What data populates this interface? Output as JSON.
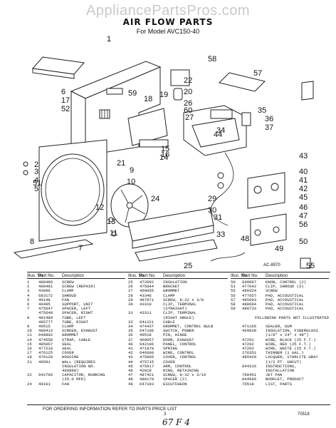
{
  "watermark": "AppliancePartsPros.com",
  "title": "AIR FLOW PARTS",
  "subtitle": "For Model AVC150-40",
  "callouts": [
    "1",
    "6",
    "17",
    "52",
    "2",
    "3",
    "4",
    "5",
    "7",
    "8",
    "9",
    "10",
    "11",
    "12",
    "13",
    "14",
    "15",
    "16",
    "18",
    "19",
    "20",
    "21",
    "22",
    "24",
    "25",
    "26",
    "27",
    "29",
    "30",
    "31",
    "33",
    "34",
    "35",
    "36",
    "37",
    "40",
    "41",
    "42",
    "43",
    "44",
    "45",
    "46",
    "47",
    "48",
    "49",
    "50",
    "51",
    "55",
    "56",
    "57",
    "58",
    "59",
    "60"
  ],
  "small_label": "AC-8970",
  "parts_header": [
    "Illus. No.",
    "Part No.",
    "Description"
  ],
  "parts": [
    [
      [
        "1",
        "488480",
        "SCREW"
      ],
      [
        "2",
        "489481",
        "SCREW (REPAIR)"
      ],
      [
        "3",
        "43996",
        "CLAMP"
      ],
      [
        "4",
        "683172",
        "SHROUD"
      ],
      [
        "5",
        "49148",
        "FAN"
      ],
      [
        "6",
        "49495",
        "SUPPORT, UNIT"
      ],
      [
        "7",
        "475647",
        "SPACER, LEFT"
      ],
      [
        "",
        "475648",
        "SPACER, RIGHT"
      ],
      [
        "8",
        "491480",
        "TUBE, LEFT"
      ],
      [
        "",
        "485777",
        "TUBE, RIGHT"
      ],
      [
        "9",
        "49515",
        "CLAMP"
      ],
      [
        "10",
        "488413",
        "SCREEN, EXHAUST"
      ],
      [
        "11",
        "640802",
        "GROMMET"
      ],
      [
        "14",
        "474558",
        "STRAP, CABLE"
      ],
      [
        "15",
        "485067",
        "SEAL"
      ],
      [
        "16",
        "477219",
        "SEAL"
      ],
      [
        "17",
        "476125",
        "COVER"
      ],
      [
        "18",
        "476128",
        "HOUSING"
      ],
      [
        "21",
        "49591",
        "WALL (REQUIRES"
      ],
      [
        "",
        "",
        "INSULATION NO."
      ],
      [
        "",
        "",
        "469898)"
      ],
      [
        "22",
        "642766",
        "CAPACITOR, RUNNING"
      ],
      [
        "",
        "",
        "(25.0 MFD)"
      ],
      [
        "24",
        "49101",
        "FAN"
      ]
    ],
    [
      [
        "25",
        "472092",
        "INSULATION"
      ],
      [
        "26",
        "475844",
        "BRACKET"
      ],
      [
        "27",
        "469055",
        "GROMMET"
      ],
      [
        "28",
        "43346",
        "CLAMP"
      ],
      [
        "29",
        "487871",
        "SCREW, 8-32 x 3/8"
      ],
      [
        "30",
        "43310",
        "CLIP, TERMINAL"
      ],
      [
        "",
        "",
        "(STRAIGHT)"
      ],
      [
        "31",
        "43311",
        "CLIP, TERMINAL"
      ],
      [
        "",
        "",
        "(RIGHT ANGLE)"
      ],
      [
        "33",
        "641221",
        "CABLE"
      ],
      [
        "34",
        "474437",
        "GROMMET, CONTROL BULB"
      ],
      [
        "35",
        "647196",
        "SWITCH, POWER"
      ],
      [
        "36",
        "49518",
        "PIN, HINGE"
      ],
      [
        "37",
        "469057",
        "DOOR, EXHAUST"
      ],
      [
        "40",
        "642196",
        "PANEL, CONTROL"
      ],
      [
        "41",
        "471878",
        "SPRING"
      ],
      [
        "42",
        "646890",
        "WIRE, CONTROL"
      ],
      [
        "43",
        "475866",
        "COVER, CONTROL"
      ],
      [
        "44",
        "475715",
        "COVER"
      ],
      [
        "45",
        "475917",
        "ARM, CONTROL"
      ],
      [
        "46",
        "42819",
        "RING, RETAINING"
      ],
      [
        "47",
        "487421",
        "SCREW, 8-32 x 3/16"
      ],
      [
        "48",
        "488170",
        "SPACER (2)"
      ],
      [
        "49",
        "647103",
        "ESCUTCHEON"
      ]
    ],
    [
      [
        "50",
        "649097",
        "KNOB, CONTROL (2)"
      ],
      [
        "51",
        "477642",
        "CLIP, SHROUD (3)"
      ],
      [
        "55",
        "489324",
        "SCREW"
      ],
      [
        "56",
        "477657",
        "PAD, ACCOUSTICAL"
      ],
      [
        "57",
        "485693",
        "PAD, ACCOUSTICAL"
      ],
      [
        "58",
        "488694",
        "PAD, ACCOUSTICAL"
      ],
      [
        "59",
        "488733",
        "PAD, ACCOUSTICAL"
      ],
      [
        "",
        "",
        ""
      ],
      [
        "",
        "",
        "FOLLOWING PARTS NOT ILLUSTRATED"
      ],
      [
        "",
        "",
        ""
      ],
      [
        "",
        "471166",
        "SEALER, GUM"
      ],
      [
        "",
        "469838",
        "INSULATION, FIBERGLASS"
      ],
      [
        "",
        "",
        "(1/8\" x 24\" x 48\")"
      ],
      [
        "",
        "47261",
        "WIRE, BLACK (25 F.T.)"
      ],
      [
        "",
        "47262",
        "WIRE, RED (25 F.T.)"
      ],
      [
        "",
        "47263",
        "WIRE, WHITE (25 F.T.)"
      ],
      [
        "",
        "276351",
        "THINNER (1 GAL.)"
      ],
      [
        "",
        "485420",
        "LACQUER, STARLITE GRAY"
      ],
      [
        "",
        "",
        "(1/2 PT. UNCUT)"
      ],
      [
        "",
        "644316",
        "INSTRUCTIONS,"
      ],
      [
        "",
        "",
        "INSTALLATION"
      ],
      [
        "",
        "709451",
        "JET PAN"
      ],
      [
        "",
        "844696",
        "BOOKLET, PRODUCT"
      ],
      [
        "",
        "70518",
        "LIST, PARTS"
      ]
    ]
  ],
  "footer": "FOR ORDERING INFORMATION REFER TO PARTS PRICE LIST",
  "page_number": "3",
  "doc_number": "70518",
  "handwriting": "67 F 4"
}
